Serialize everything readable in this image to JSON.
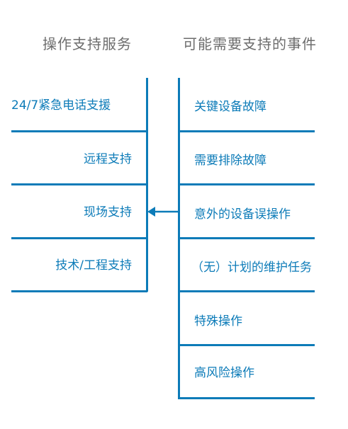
{
  "left_header": "操作支持服务",
  "right_header": "可能需要支持的事件",
  "left_items": [
    "24/7紧急电话支援",
    "远程支持",
    "现场支持",
    "技术/工程支持"
  ],
  "right_items": [
    "关键设备故障",
    "需要排除故障",
    "意外的设备误操作",
    "（无）计划的维护任务",
    "特殊操作",
    "高风险操作"
  ],
  "arrow_source_item": "意外的设备误操作",
  "arrow_target_item": "现场支持",
  "accent_color": "#0c7bb8",
  "header_color": "#6d6d6d"
}
